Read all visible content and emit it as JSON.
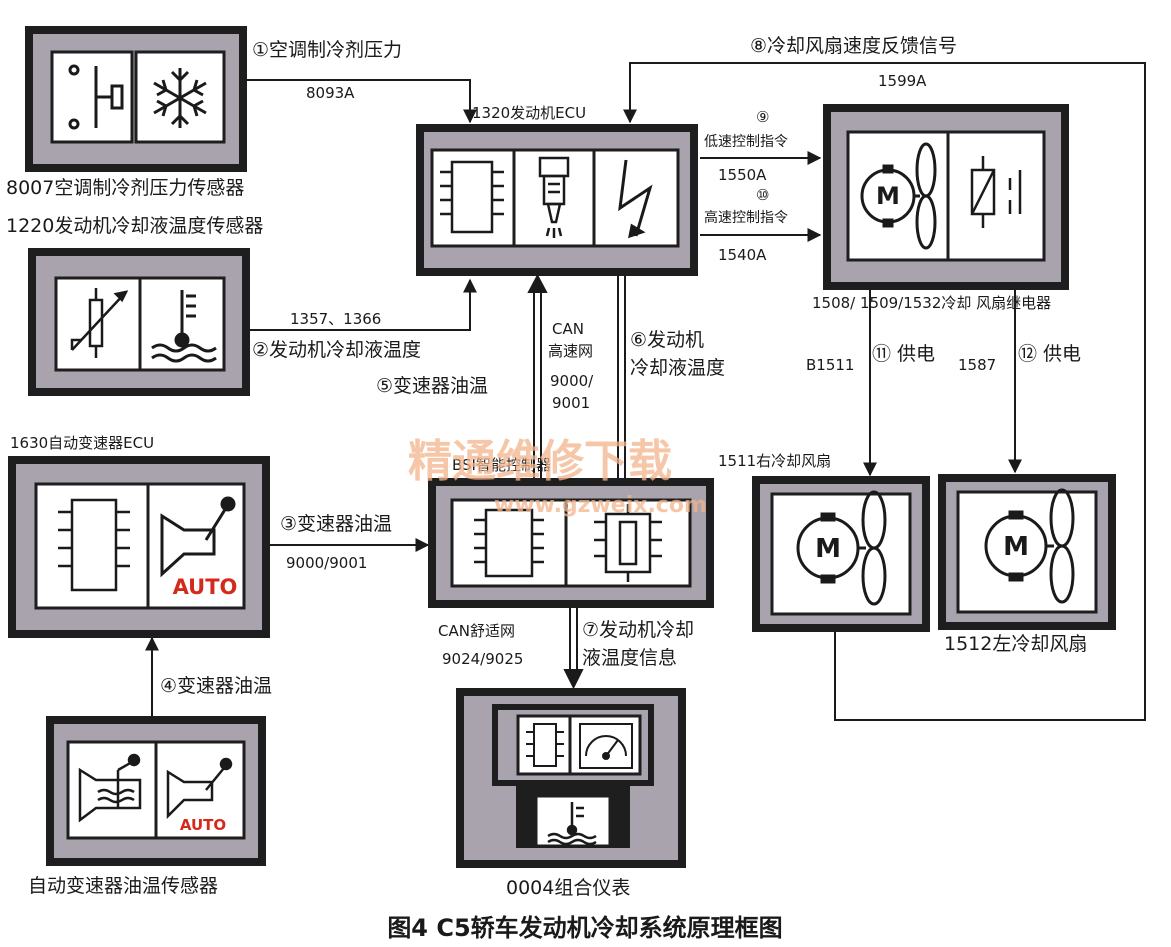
{
  "components": {
    "ac_pressure_sensor": "8007空调制冷剂压力传感器",
    "coolant_temp_sensor": "1220发动机冷却液温度传感器",
    "engine_ecu": "1320发动机ECU",
    "trans_ecu": "1630自动变速器ECU",
    "trans_oil_sensor": "自动变速器油温传感器",
    "bsi": "BSI智能控制器",
    "fan_relay": "1508/ 1509/1532冷却 风扇继电器",
    "right_fan": "1511右冷却风扇",
    "left_fan": "1512左冷却风扇",
    "cluster": "0004组合仪表"
  },
  "signals": {
    "s1": "①空调制冷剂压力",
    "s1_wire": "8093A",
    "s2": "②发动机冷却液温度",
    "s2_wire": "1357、1366",
    "s3": "③变速器油温",
    "s3_wire": "9000/9001",
    "s4": "④变速器油温",
    "s5": "⑤变速器油温",
    "can_high_1": "CAN",
    "can_high_2": "高速网",
    "can_high_3": "9000/",
    "can_high_4": "9001",
    "s6_1": "⑥发动机",
    "s6_2": "冷却液温度",
    "s7_1": "⑦发动机冷却",
    "s7_2": "液温度信息",
    "can_comfort": "CAN舒适网",
    "can_comfort_wire": "9024/9025",
    "s8": "⑧冷却风扇速度反馈信号",
    "s8_wire": "1599A",
    "s9_num": "⑨",
    "s9": "低速控制指令",
    "s9_wire": "1550A",
    "s10_num": "⑩",
    "s10": "高速控制指令",
    "s10_wire": "1540A",
    "s11_wire": "B1511",
    "s11": "⑪ 供电",
    "s12_wire": "1587",
    "s12": "⑫ 供电"
  },
  "icons": {
    "auto_big": "AUTO",
    "auto_small": "AUTO",
    "motor_relay": "M",
    "motor_right": "M",
    "motor_left": "M"
  },
  "watermark": {
    "main": "精通维修下载",
    "url": "www.gzweix.com"
  },
  "caption": "图4 C5轿车发动机冷却系统原理框图",
  "colors": {
    "box_outer": "#1e1e1e",
    "box_fill": "#a9a3ad",
    "panel": "#ffffff",
    "line": "#1a1a1a",
    "auto_red": "#d42a1c",
    "watermark": "#f2b48a"
  }
}
